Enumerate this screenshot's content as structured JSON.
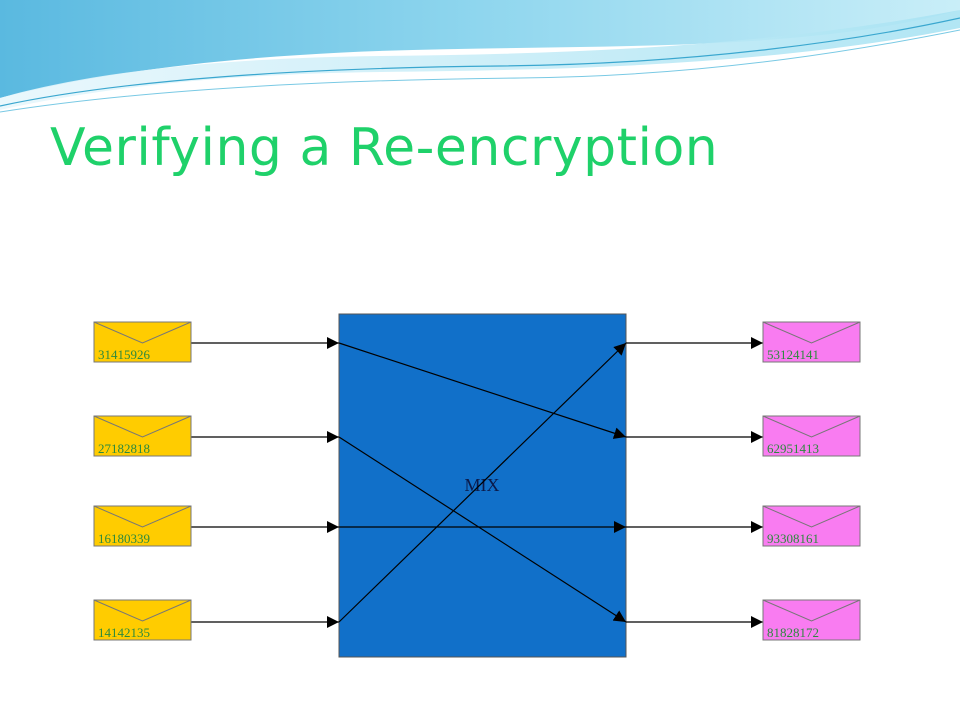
{
  "slide": {
    "title": "Verifying a Re-encryption"
  },
  "colors": {
    "title": "#1fd16a",
    "mix_box": "#1170c9",
    "input_envelope": "#ffcc00",
    "output_envelope": "#f97cf1",
    "envelope_text": "#2d8a3e"
  },
  "mix": {
    "label": "MIX"
  },
  "inputs": [
    "31415926",
    "27182818",
    "16180339",
    "14142135"
  ],
  "outputs": [
    "53124141",
    "62951413",
    "93308161",
    "81828172"
  ],
  "permutation": [
    1,
    3,
    2,
    0
  ]
}
